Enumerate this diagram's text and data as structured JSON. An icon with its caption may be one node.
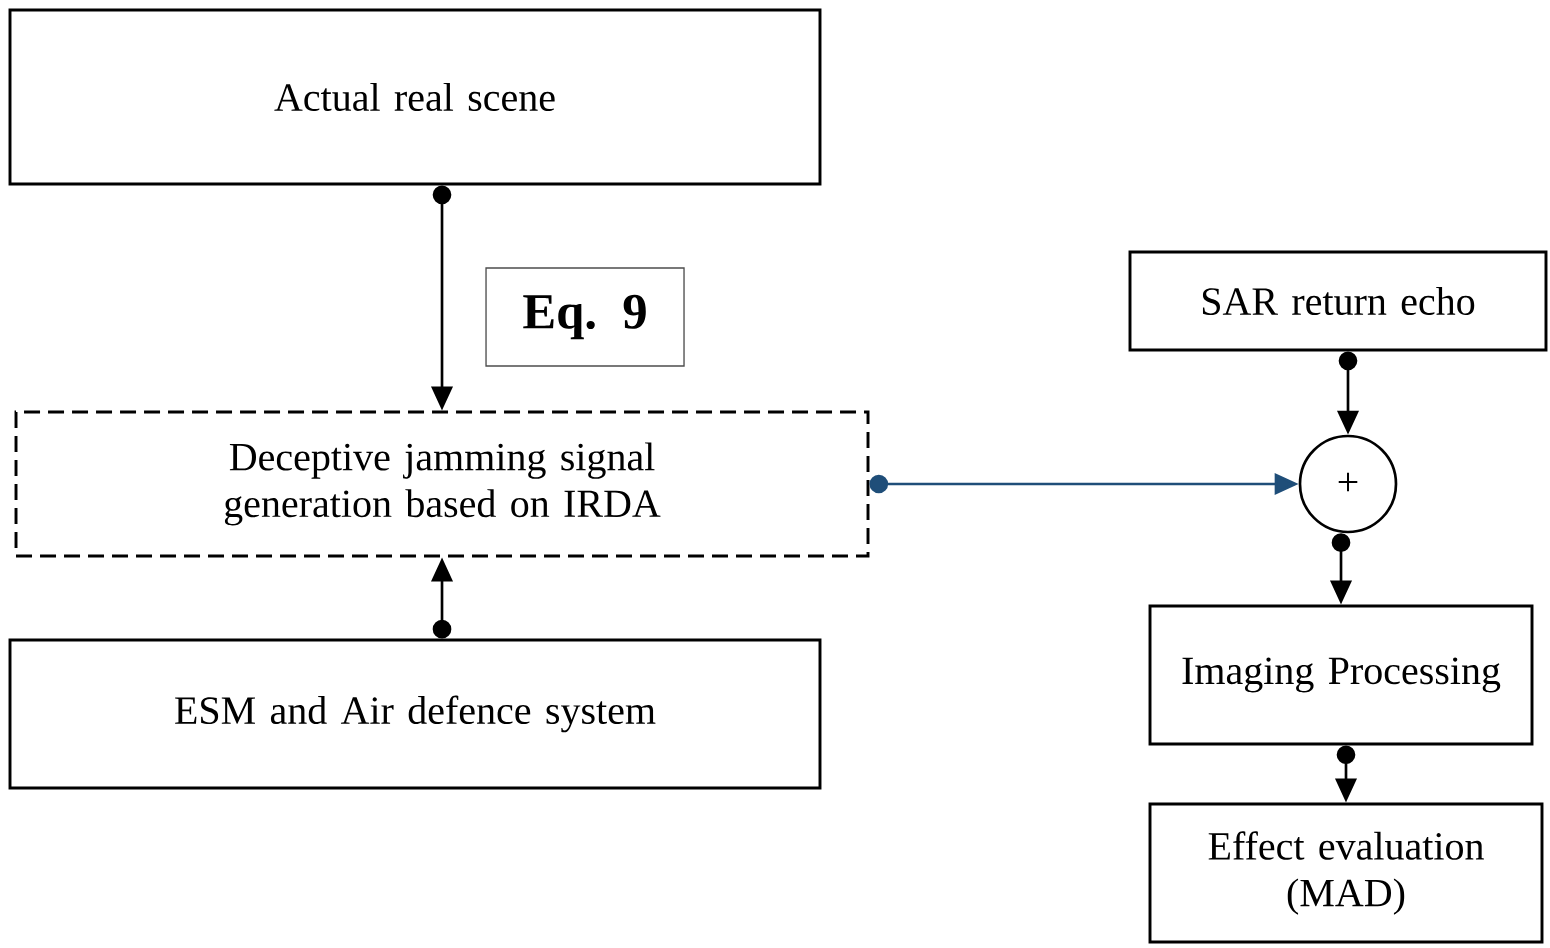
{
  "diagram": {
    "nodes": [
      {
        "text": [
          "Actual real scene"
        ]
      },
      {
        "text": [
          "Eq. 9"
        ]
      },
      {
        "text": [
          "Deceptive jamming signal generation based on IRDA"
        ]
      },
      {
        "text": [
          "ESM and Air defence system"
        ]
      },
      {
        "text": [
          "SAR return echo"
        ]
      },
      {
        "text": [
          "+"
        ]
      },
      {
        "text": [
          "Imaging Processing"
        ]
      },
      {
        "text": [
          "Effect evaluation (MAD)"
        ]
      }
    ],
    "edges": [
      {
        "from": 0,
        "to": 2,
        "arrow": "to"
      },
      {
        "from": 3,
        "to": 2,
        "arrow": "to"
      },
      {
        "from": 2,
        "to": 5,
        "arrow": "to",
        "color": "#1f4e79"
      },
      {
        "from": 4,
        "to": 5,
        "arrow": "to"
      },
      {
        "from": 5,
        "to": 6,
        "arrow": "to"
      },
      {
        "from": 6,
        "to": 7,
        "arrow": "to"
      }
    ]
  }
}
